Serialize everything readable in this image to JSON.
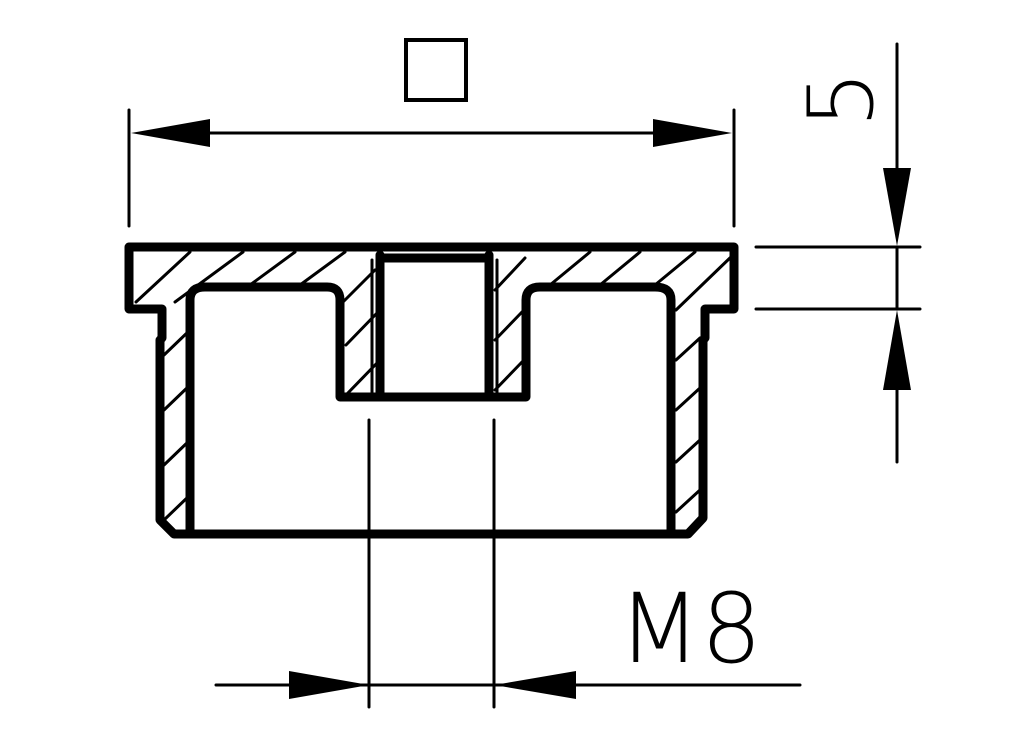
{
  "drawing": {
    "type": "technical cross-section drawing",
    "colors": {
      "line": "#000000",
      "background": "#ffffff"
    },
    "dimensions": {
      "top_width": {
        "symbol": "square-symbol",
        "label": ""
      },
      "flange_thickness": {
        "label": "5"
      },
      "thread": {
        "label": "M8"
      }
    }
  }
}
